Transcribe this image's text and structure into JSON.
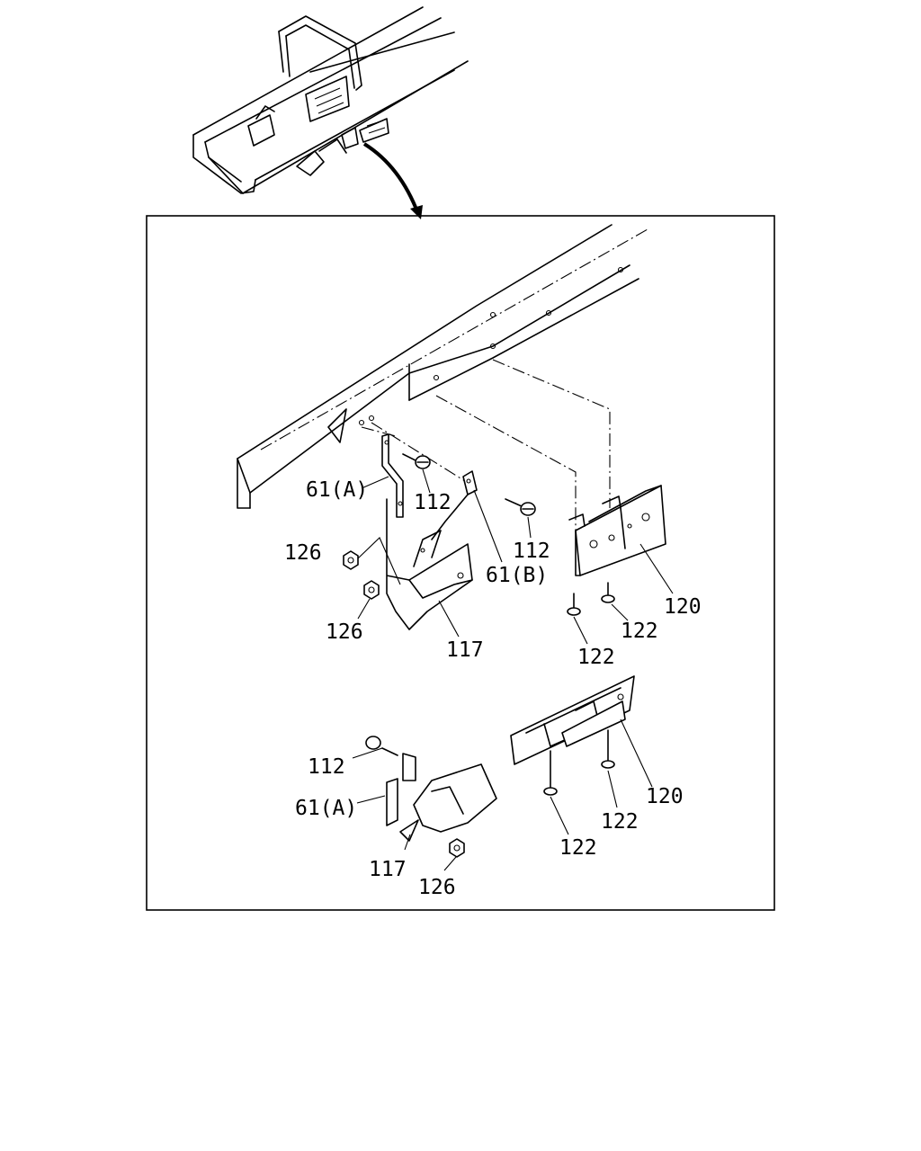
{
  "callouts": {
    "bracket_a_upper": "61(A)",
    "bolt_upper_a": "112",
    "bolt_upper_b": "112",
    "bracket_b": "61(B)",
    "nut_upper_1": "126",
    "nut_upper_2": "126",
    "guard_upper": "117",
    "plate_upper": "120",
    "bolt_plate_1": "122",
    "bolt_plate_2": "122",
    "bolt_lower": "112",
    "bracket_a_lower": "61(A)",
    "guard_lower": "117",
    "nut_lower": "126",
    "plate_lower": "120",
    "bolt_lower_plate_1": "122",
    "bolt_lower_plate_2": "122"
  }
}
